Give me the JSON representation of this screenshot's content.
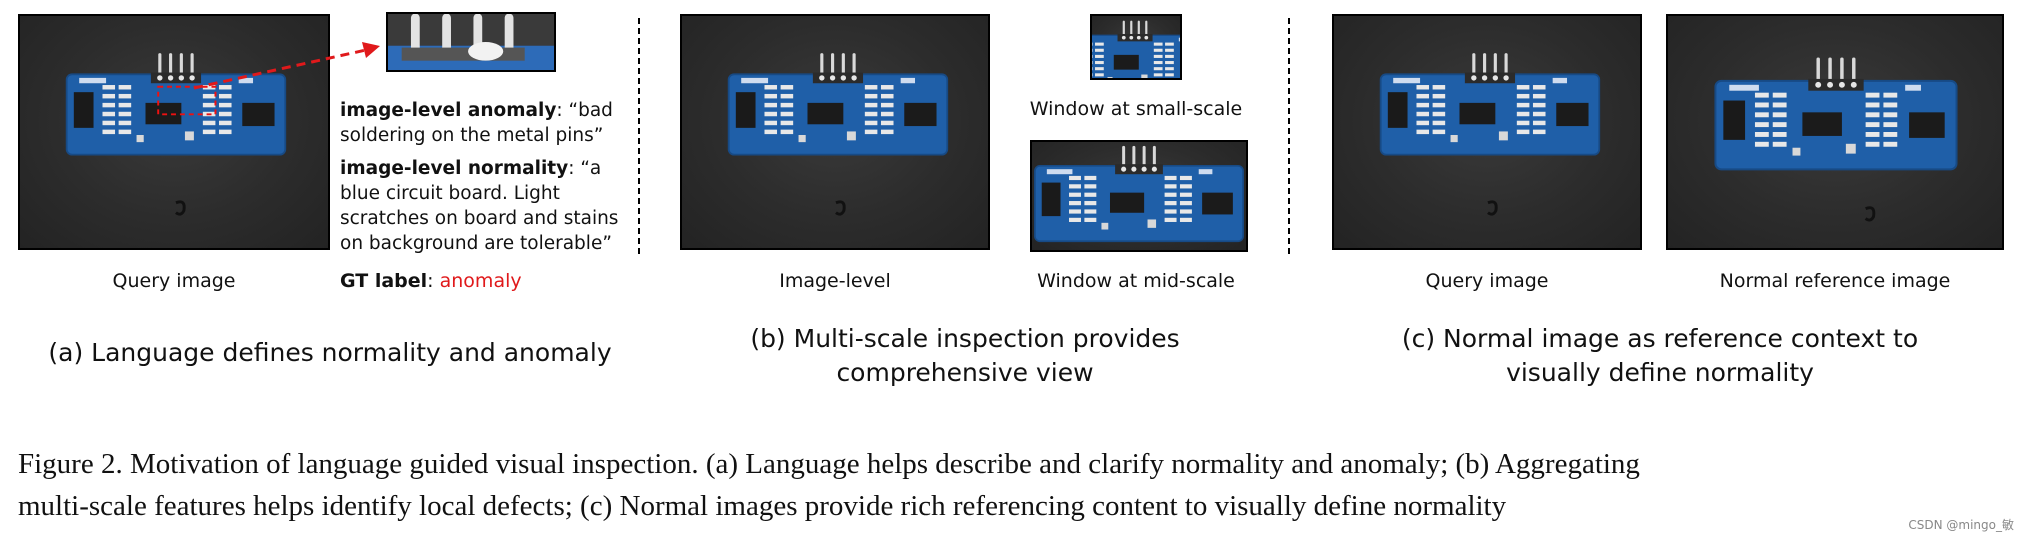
{
  "panel_a": {
    "query_caption": "Query image",
    "anomaly_title": "image-level anomaly",
    "anomaly_text": ": “bad soldering on the metal pins”",
    "normality_title": "image-level normality",
    "normality_text": ": “a blue circuit board. Light scratches on board and stains on background are tolerable”",
    "gt_label_title": "GT label",
    "gt_label_sep": ": ",
    "gt_label_value": "anomaly",
    "title": "(a) Language defines normality and anomaly"
  },
  "panel_b": {
    "image_level_caption": "Image-level",
    "small_scale_caption": "Window at small-scale",
    "mid_scale_caption": "Window at mid-scale",
    "title_line1": "(b) Multi-scale inspection provides",
    "title_line2": "comprehensive view"
  },
  "panel_c": {
    "query_caption": "Query image",
    "reference_caption": "Normal reference image",
    "title_line1": "(c) Normal image as reference context to",
    "title_line2": "visually define normality"
  },
  "figure_caption": {
    "line1": "Figure 2. Motivation of language guided visual inspection. (a) Language helps describe and clarify normality and anomaly; (b) Aggregating",
    "line2": "multi-scale features helps identify local defects; (c) Normal images provide rich referencing content to visually define normality"
  },
  "watermark": "CSDN @mingo_敏",
  "colors": {
    "anomaly_red": "#e0191b",
    "board_blue": "#1f5fa8"
  }
}
